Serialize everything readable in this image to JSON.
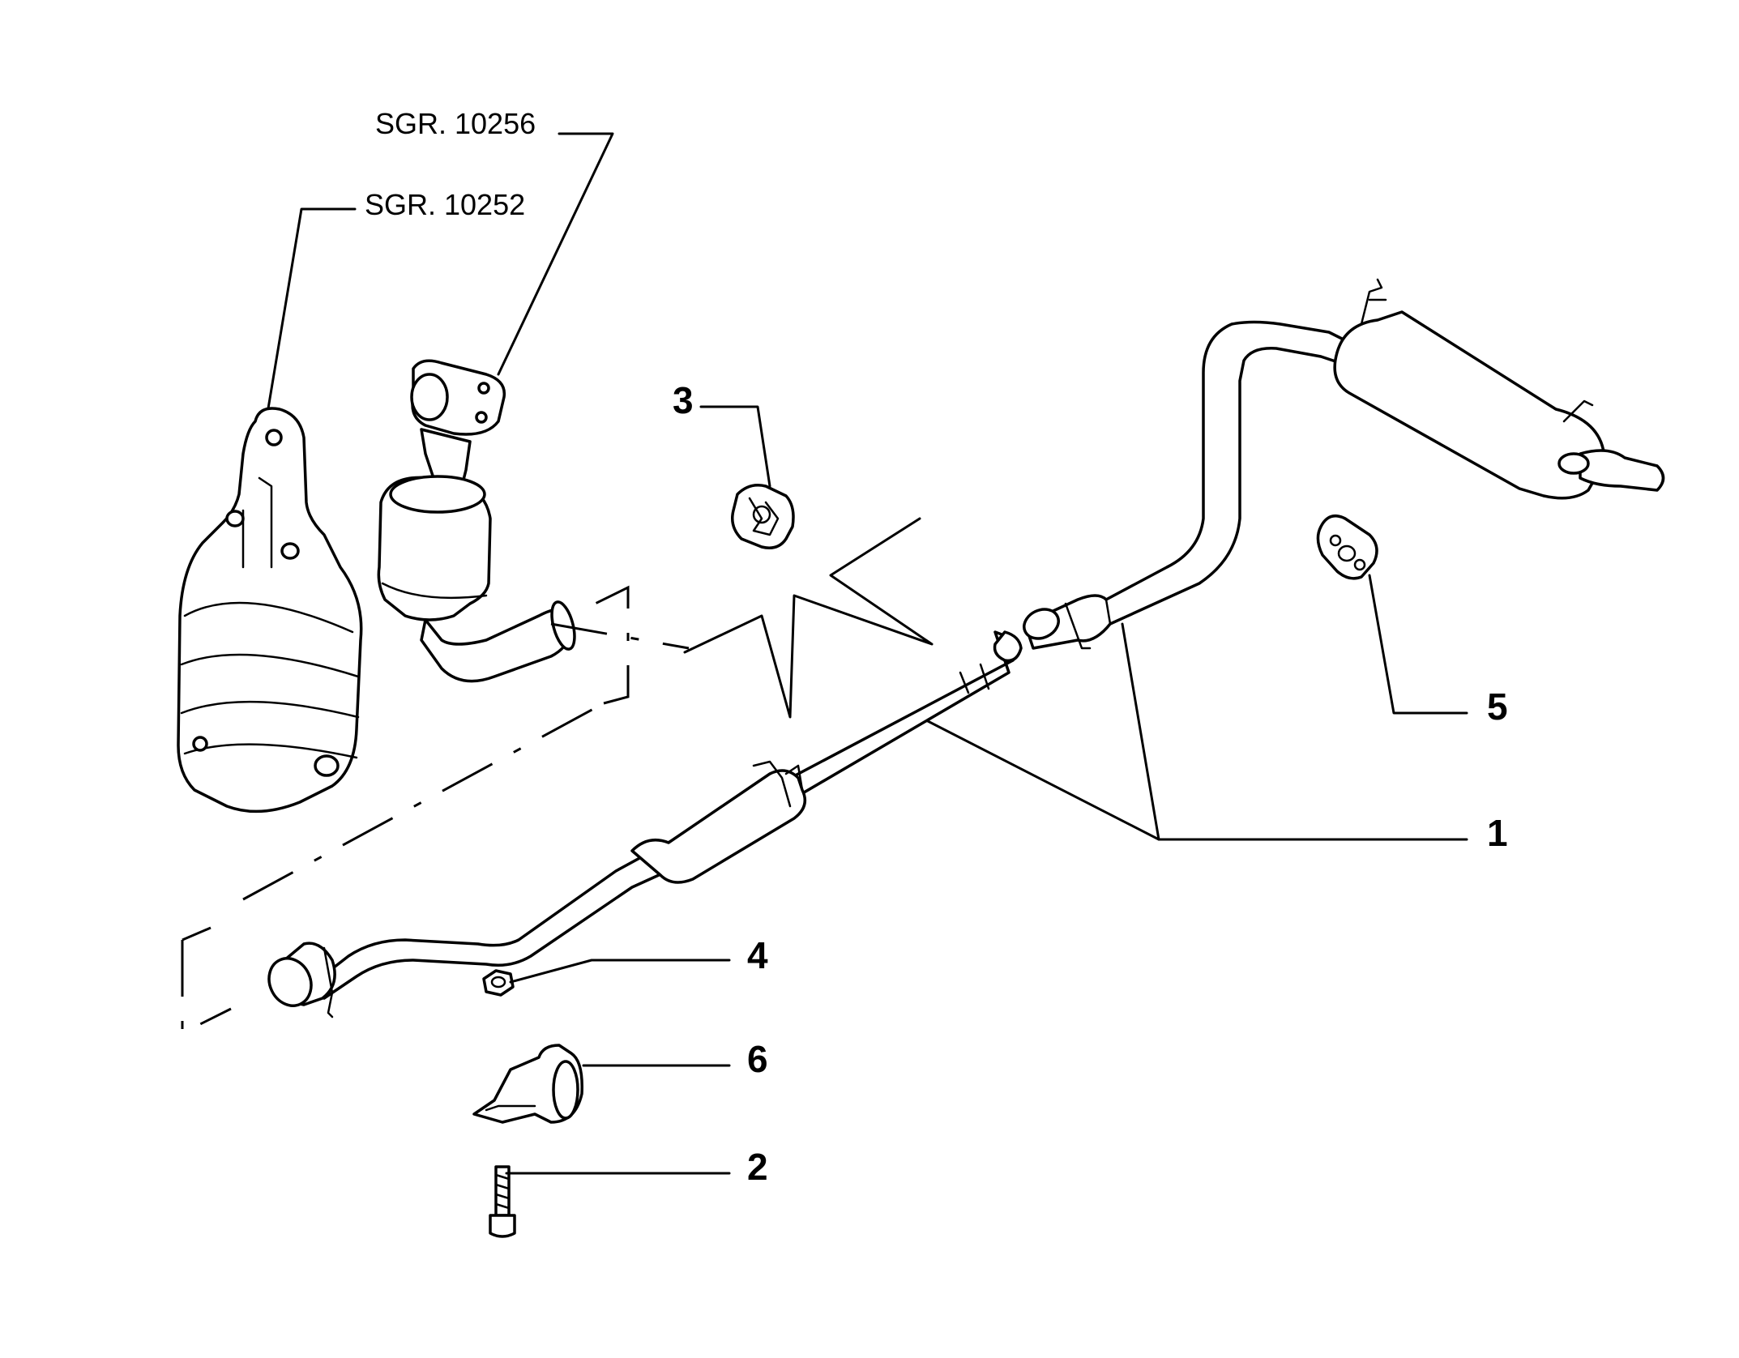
{
  "references": [
    {
      "id": "sgr-10256",
      "text": "SGR. 10256"
    },
    {
      "id": "sgr-10252",
      "text": "SGR. 10252"
    }
  ],
  "callouts": [
    {
      "id": "1",
      "text": "1"
    },
    {
      "id": "2",
      "text": "2"
    },
    {
      "id": "3",
      "text": "3"
    },
    {
      "id": "4",
      "text": "4"
    },
    {
      "id": "5",
      "text": "5"
    },
    {
      "id": "6",
      "text": "6"
    }
  ]
}
